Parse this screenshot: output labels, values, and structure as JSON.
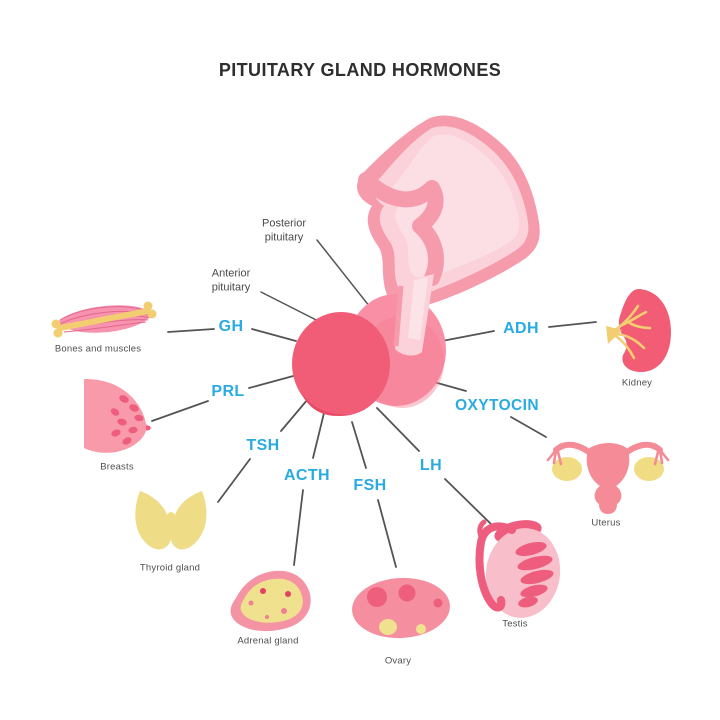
{
  "title": "PITUITARY GLAND HORMONES",
  "gland_labels": {
    "posterior": "Posterior pituitary",
    "anterior": "Anterior pituitary"
  },
  "hormones": [
    {
      "label": "GH",
      "target": "Bones and muscles"
    },
    {
      "label": "PRL",
      "target": "Breasts"
    },
    {
      "label": "TSH",
      "target": "Thyroid gland"
    },
    {
      "label": "ACTH",
      "target": "Adrenal gland"
    },
    {
      "label": "FSH",
      "target": "Ovary"
    },
    {
      "label": "LH",
      "target": "Testis"
    },
    {
      "label": "OXYTOCIN",
      "target": "Uterus"
    },
    {
      "label": "ADH",
      "target": "Kidney"
    }
  ],
  "organs": [
    {
      "label": "Bones and muscles",
      "illustration": "muscle-and-bone-illustration"
    },
    {
      "label": "Breasts",
      "illustration": "breast-illustration"
    },
    {
      "label": "Thyroid gland",
      "illustration": "thyroid-illustration"
    },
    {
      "label": "Adrenal gland",
      "illustration": "adrenal-illustration"
    },
    {
      "label": "Ovary",
      "illustration": "ovary-illustration"
    },
    {
      "label": "Testis",
      "illustration": "testis-illustration"
    },
    {
      "label": "Uterus",
      "illustration": "uterus-illustration"
    },
    {
      "label": "Kidney",
      "illustration": "kidney-illustration"
    }
  ],
  "colors": {
    "hormone_text": "#29ABE2",
    "connector_line": "#3d3d3d",
    "pink_light": "#FBD2DA",
    "pink_mid": "#F69BAC",
    "pink_dark": "#F15C77",
    "organ_pink": "#F58FA0",
    "lobule_pink": "#EE5D7E",
    "yellow": "#F2CE70",
    "pale_yellow": "#F0E18F"
  }
}
